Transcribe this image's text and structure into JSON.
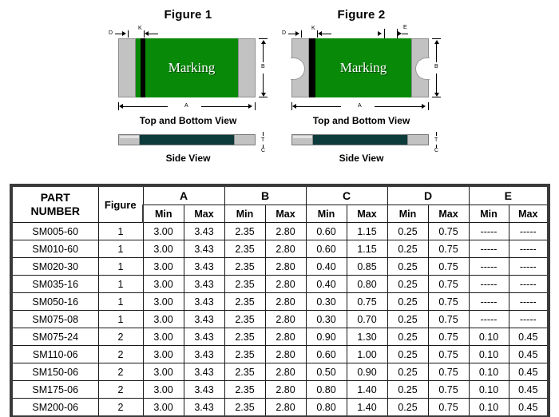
{
  "figures": [
    {
      "id": "figure-1",
      "title": "Figure 1",
      "marking_text": "Marking",
      "top_caption": "Top and Bottom View",
      "side_caption": "Side View",
      "dimension_labels": {
        "d": "D",
        "k": "K",
        "a": "A",
        "b": "B",
        "t": "T",
        "c": "C"
      }
    },
    {
      "id": "figure-2",
      "title": "Figure 2",
      "marking_text": "Marking",
      "top_caption": "Top and Bottom View",
      "side_caption": "Side View",
      "dimension_labels": {
        "d": "D",
        "k": "K",
        "a": "A",
        "b": "B",
        "e": "E",
        "t": "T",
        "c": "C"
      }
    }
  ],
  "table": {
    "headers": {
      "part_number": "PART NUMBER",
      "part_number_line1": "PART",
      "part_number_line2": "NUMBER",
      "figure": "Figure",
      "groups": [
        "A",
        "B",
        "C",
        "D",
        "E"
      ],
      "sub": [
        "Min",
        "Max"
      ]
    },
    "rows": [
      {
        "part": "SM005-60",
        "figure": "1",
        "a_min": "3.00",
        "a_max": "3.43",
        "b_min": "2.35",
        "b_max": "2.80",
        "c_min": "0.60",
        "c_max": "1.15",
        "d_min": "0.25",
        "d_max": "0.75",
        "e_min": "-----",
        "e_max": "-----"
      },
      {
        "part": "SM010-60",
        "figure": "1",
        "a_min": "3.00",
        "a_max": "3.43",
        "b_min": "2.35",
        "b_max": "2.80",
        "c_min": "0.60",
        "c_max": "1.15",
        "d_min": "0.25",
        "d_max": "0.75",
        "e_min": "-----",
        "e_max": "-----"
      },
      {
        "part": "SM020-30",
        "figure": "1",
        "a_min": "3.00",
        "a_max": "3.43",
        "b_min": "2.35",
        "b_max": "2.80",
        "c_min": "0.40",
        "c_max": "0.85",
        "d_min": "0.25",
        "d_max": "0.75",
        "e_min": "-----",
        "e_max": "-----"
      },
      {
        "part": "SM035-16",
        "figure": "1",
        "a_min": "3.00",
        "a_max": "3.43",
        "b_min": "2.35",
        "b_max": "2.80",
        "c_min": "0.40",
        "c_max": "0.80",
        "d_min": "0.25",
        "d_max": "0.75",
        "e_min": "-----",
        "e_max": "-----"
      },
      {
        "part": "SM050-16",
        "figure": "1",
        "a_min": "3.00",
        "a_max": "3.43",
        "b_min": "2.35",
        "b_max": "2.80",
        "c_min": "0.30",
        "c_max": "0.75",
        "d_min": "0.25",
        "d_max": "0.75",
        "e_min": "-----",
        "e_max": "-----"
      },
      {
        "part": "SM075-08",
        "figure": "1",
        "a_min": "3.00",
        "a_max": "3.43",
        "b_min": "2.35",
        "b_max": "2.80",
        "c_min": "0.30",
        "c_max": "0.70",
        "d_min": "0.25",
        "d_max": "0.75",
        "e_min": "-----",
        "e_max": "-----"
      },
      {
        "part": "SM075-24",
        "figure": "2",
        "a_min": "3.00",
        "a_max": "3.43",
        "b_min": "2.35",
        "b_max": "2.80",
        "c_min": "0.90",
        "c_max": "1.30",
        "d_min": "0.25",
        "d_max": "0.75",
        "e_min": "0.10",
        "e_max": "0.45"
      },
      {
        "part": "SM110-06",
        "figure": "2",
        "a_min": "3.00",
        "a_max": "3.43",
        "b_min": "2.35",
        "b_max": "2.80",
        "c_min": "0.60",
        "c_max": "1.00",
        "d_min": "0.25",
        "d_max": "0.75",
        "e_min": "0.10",
        "e_max": "0.45"
      },
      {
        "part": "SM150-06",
        "figure": "2",
        "a_min": "3.00",
        "a_max": "3.43",
        "b_min": "2.35",
        "b_max": "2.80",
        "c_min": "0.50",
        "c_max": "0.90",
        "d_min": "0.25",
        "d_max": "0.75",
        "e_min": "0.10",
        "e_max": "0.45"
      },
      {
        "part": "SM175-06",
        "figure": "2",
        "a_min": "3.00",
        "a_max": "3.43",
        "b_min": "2.35",
        "b_max": "2.80",
        "c_min": "0.80",
        "c_max": "1.40",
        "d_min": "0.25",
        "d_max": "0.75",
        "e_min": "0.10",
        "e_max": "0.45"
      },
      {
        "part": "SM200-06",
        "figure": "2",
        "a_min": "3.00",
        "a_max": "3.43",
        "b_min": "2.35",
        "b_max": "2.80",
        "c_min": "0.80",
        "c_max": "1.40",
        "d_min": "0.25",
        "d_max": "0.75",
        "e_min": "0.10",
        "e_max": "0.45"
      }
    ]
  },
  "colors": {
    "body_green": "#088a08",
    "terminal_gray": "#c2c2c2",
    "stripe_black": "#000000",
    "side_view_body": "#0d3a3a",
    "table_border": "#1a1a1a",
    "background": "#ffffff"
  }
}
